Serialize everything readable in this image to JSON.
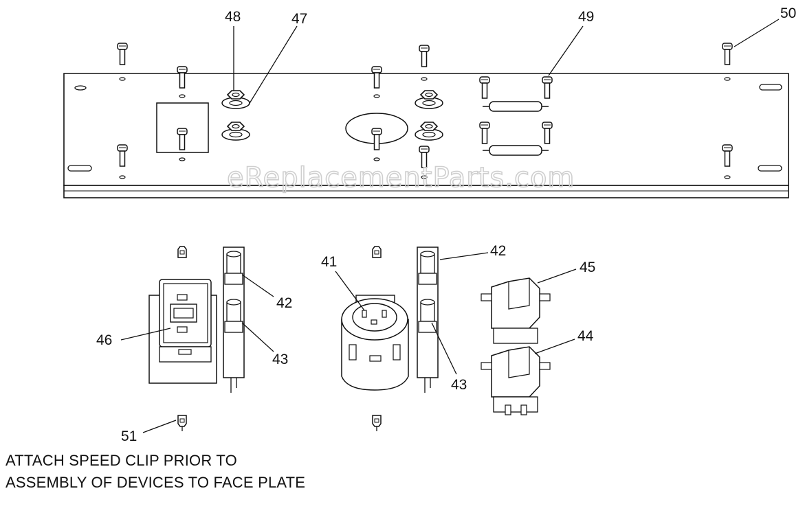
{
  "watermark": "eReplacementParts.com",
  "callouts": {
    "c48": "48",
    "c47": "47",
    "c49": "49",
    "c50": "50",
    "c41": "41",
    "c42a": "42",
    "c42b": "42",
    "c43a": "43",
    "c43b": "43",
    "c44": "44",
    "c45": "45",
    "c46": "46",
    "c51": "51"
  },
  "note_text": "ATTACH SPEED CLIP PRIOR TO ASSEMBLY OF DEVICES TO FACE PLATE"
}
